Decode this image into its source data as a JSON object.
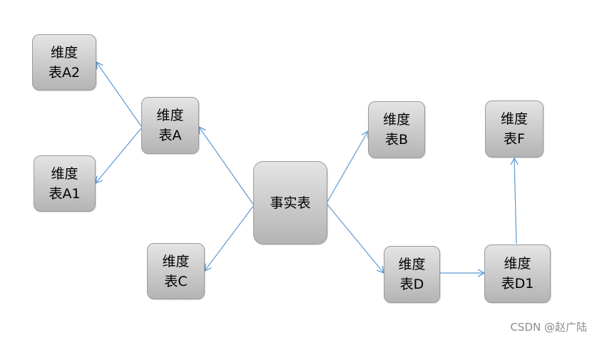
{
  "nodes": {
    "fact": "事实表",
    "dimA": "维度\n表A",
    "dimA1": "维度\n表A1",
    "dimA2": "维度\n表A2",
    "dimB": "维度\n表B",
    "dimC": "维度\n表C",
    "dimD": "维度\n表D",
    "dimD1": "维度\n表D1",
    "dimF": "维度\n表F"
  },
  "watermark": "CSDN @赵广陆",
  "colors": {
    "arrow": "#5b9bd5",
    "node_top": "#e4e4e4",
    "node_bottom": "#b4b4b4",
    "node_border": "#9a9a9a"
  }
}
